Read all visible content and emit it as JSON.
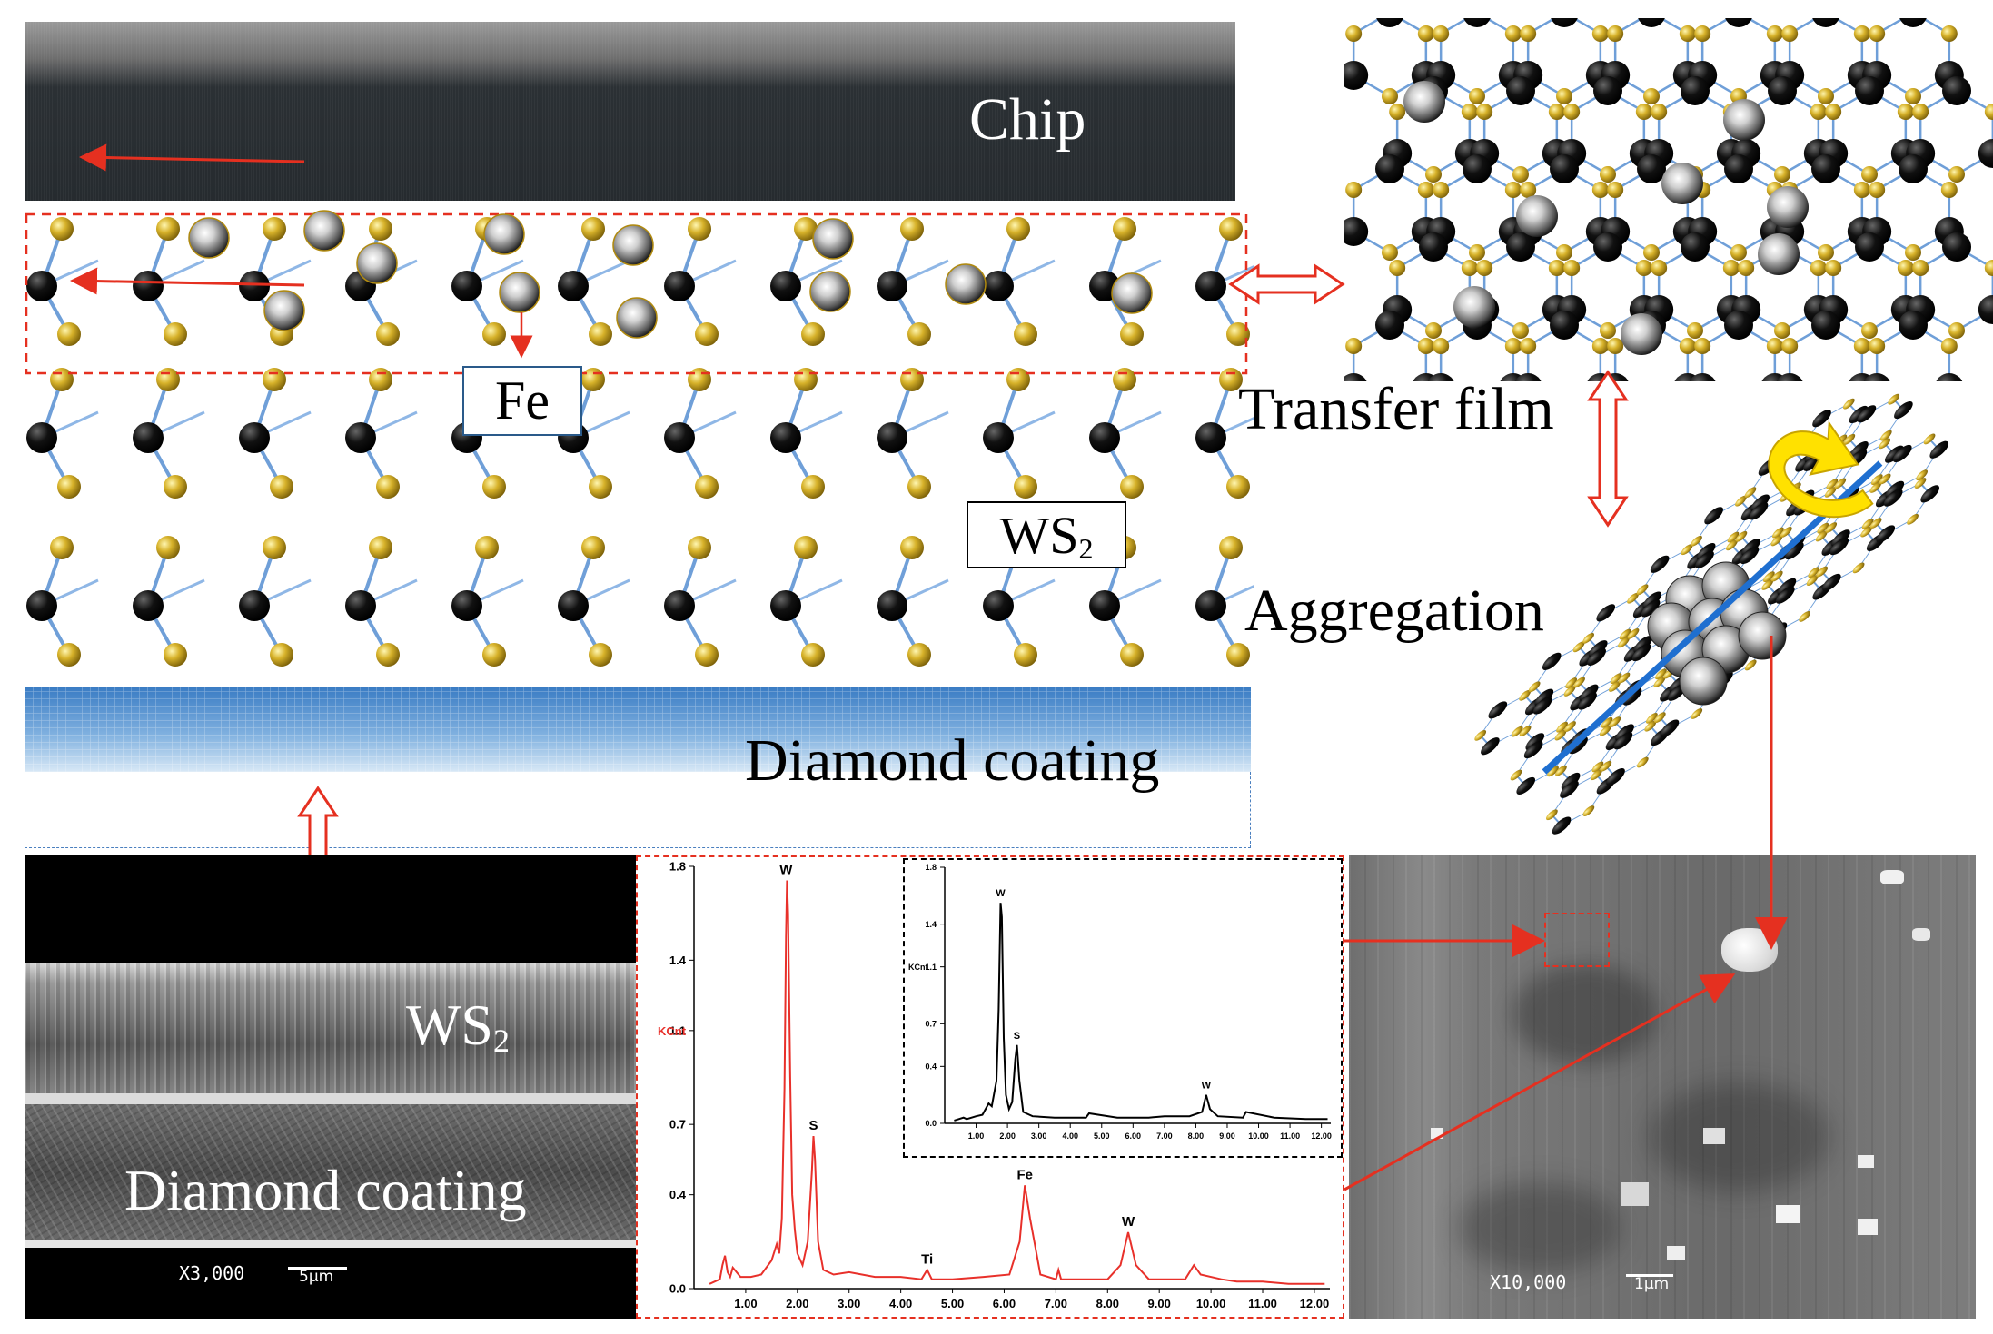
{
  "labels": {
    "chip": "Chip",
    "fe": "Fe",
    "ws2_box": "WS",
    "ws2_box_sub": "2",
    "diamond_top": "Diamond coating",
    "transfer_film": "Transfer film",
    "aggregation": "Aggregation",
    "sem_ws2": "WS",
    "sem_ws2_sub": "2",
    "sem_diamond": "Diamond coating",
    "sem_left_mag": "X3,000",
    "sem_left_scale": "5μm",
    "sem_right_mag": "X10,000",
    "sem_right_scale": "1μm"
  },
  "colors": {
    "sulfur": "#c9a61c",
    "tungsten": "#141414",
    "iron": "#9a9a9a",
    "arrow_red": "#e53020",
    "spectrum_main": "#e8302a",
    "spectrum_inset": "#000000",
    "coating_blue": "#3a7cc4"
  },
  "chart_data": [
    {
      "type": "line",
      "title": "",
      "xlabel": "",
      "ylabel": "KCnt",
      "xlim": [
        0,
        12.3
      ],
      "ylim": [
        0,
        1.8
      ],
      "xticks": [
        "1.00",
        "2.00",
        "3.00",
        "4.00",
        "5.00",
        "6.00",
        "7.00",
        "8.00",
        "9.00",
        "10.00",
        "11.00",
        "12.00"
      ],
      "yticks": [
        "0.0",
        "0.4",
        "0.7",
        "1.1",
        "1.4",
        "1.8"
      ],
      "x": [
        0.3,
        0.5,
        0.55,
        0.6,
        0.65,
        0.7,
        0.75,
        0.9,
        1.1,
        1.3,
        1.5,
        1.6,
        1.65,
        1.7,
        1.75,
        1.78,
        1.8,
        1.82,
        1.86,
        1.9,
        1.95,
        2.0,
        2.1,
        2.2,
        2.28,
        2.31,
        2.34,
        2.4,
        2.5,
        2.7,
        3.0,
        3.5,
        4.0,
        4.4,
        4.51,
        4.6,
        5.0,
        5.6,
        6.1,
        6.3,
        6.4,
        6.5,
        6.7,
        7.0,
        7.05,
        7.1,
        7.5,
        8.0,
        8.25,
        8.4,
        8.55,
        8.8,
        9.5,
        9.67,
        9.8,
        10.2,
        10.5,
        11.0,
        11.5,
        12.2
      ],
      "y": [
        0.02,
        0.04,
        0.1,
        0.14,
        0.07,
        0.05,
        0.09,
        0.05,
        0.05,
        0.06,
        0.12,
        0.19,
        0.15,
        0.3,
        0.85,
        1.5,
        1.74,
        1.6,
        0.9,
        0.4,
        0.25,
        0.15,
        0.1,
        0.2,
        0.5,
        0.65,
        0.55,
        0.2,
        0.08,
        0.06,
        0.07,
        0.05,
        0.05,
        0.04,
        0.08,
        0.04,
        0.04,
        0.05,
        0.06,
        0.2,
        0.44,
        0.3,
        0.06,
        0.04,
        0.08,
        0.04,
        0.04,
        0.04,
        0.1,
        0.24,
        0.1,
        0.04,
        0.04,
        0.1,
        0.06,
        0.04,
        0.03,
        0.03,
        0.02,
        0.02
      ],
      "annotations": [
        {
          "label": "W",
          "x": 1.78,
          "y": 1.74
        },
        {
          "label": "S",
          "x": 2.31,
          "y": 0.65
        },
        {
          "label": "Ti",
          "x": 4.51,
          "y": 0.08
        },
        {
          "label": "Fe",
          "x": 6.4,
          "y": 0.44
        },
        {
          "label": "W",
          "x": 8.4,
          "y": 0.24
        }
      ]
    },
    {
      "type": "line",
      "title": "",
      "xlabel": "",
      "ylabel": "KCnt",
      "xlim": [
        0,
        12.3
      ],
      "ylim": [
        0,
        1.8
      ],
      "xticks": [
        "1.00",
        "2.00",
        "3.00",
        "4.00",
        "5.00",
        "6.00",
        "7.00",
        "8.00",
        "9.00",
        "10.00",
        "11.00",
        "12.00"
      ],
      "yticks": [
        "0.0",
        "0.4",
        "0.7",
        "1.1",
        "1.4",
        "1.8"
      ],
      "x": [
        0.3,
        0.6,
        0.7,
        1.0,
        1.2,
        1.4,
        1.5,
        1.65,
        1.72,
        1.78,
        1.82,
        1.88,
        1.95,
        2.05,
        2.15,
        2.25,
        2.3,
        2.38,
        2.5,
        2.8,
        3.5,
        4.5,
        4.6,
        5.5,
        6.5,
        7.0,
        7.8,
        8.2,
        8.33,
        8.45,
        8.7,
        9.5,
        9.6,
        10.5,
        11.5,
        12.2
      ],
      "y": [
        0.02,
        0.04,
        0.03,
        0.05,
        0.06,
        0.14,
        0.12,
        0.3,
        0.8,
        1.55,
        1.45,
        0.6,
        0.2,
        0.1,
        0.15,
        0.45,
        0.55,
        0.3,
        0.08,
        0.05,
        0.04,
        0.04,
        0.07,
        0.04,
        0.04,
        0.05,
        0.05,
        0.08,
        0.2,
        0.1,
        0.05,
        0.04,
        0.08,
        0.04,
        0.03,
        0.03
      ],
      "annotations": [
        {
          "label": "W",
          "x": 1.78,
          "y": 1.55
        },
        {
          "label": "S",
          "x": 2.3,
          "y": 0.55
        },
        {
          "label": "W",
          "x": 8.33,
          "y": 0.2
        }
      ]
    }
  ]
}
